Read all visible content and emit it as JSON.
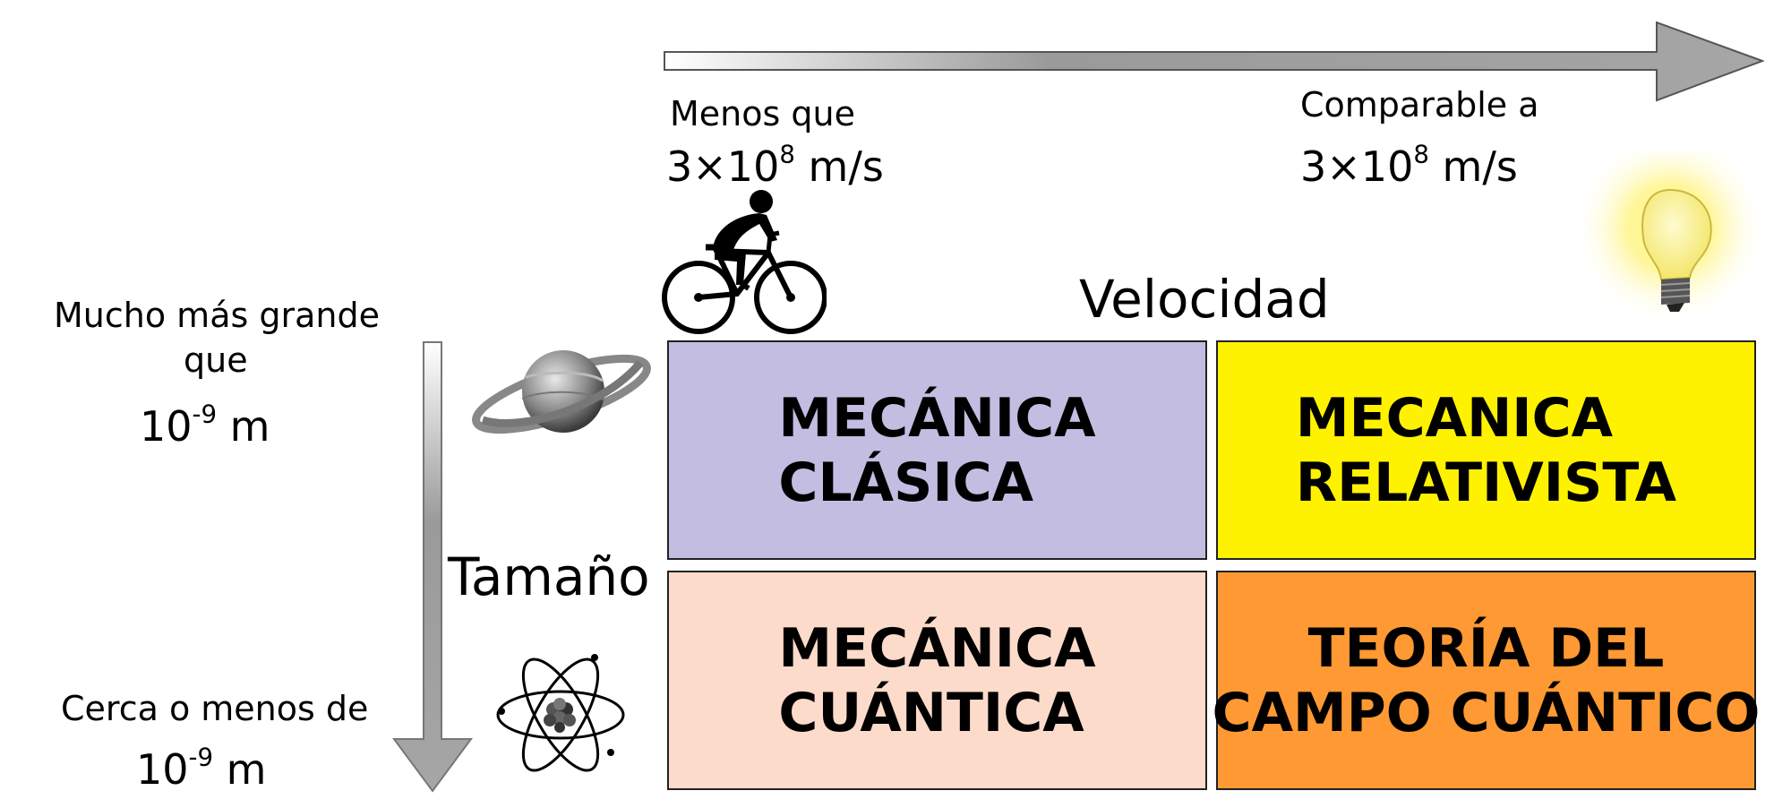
{
  "speed_axis": {
    "title": "Velocidad",
    "low": {
      "text": "Menos que",
      "value_base": "3×10",
      "value_exp": "8",
      "value_unit": " m/s"
    },
    "high": {
      "text": "Comparable a",
      "value_base": "3×10",
      "value_exp": "8",
      "value_unit": " m/s"
    }
  },
  "size_axis": {
    "title": "Tamaño",
    "large": {
      "text_line1": "Mucho más grande",
      "text_line2": "que",
      "value_base": "10",
      "value_exp": "-9",
      "value_unit": " m"
    },
    "small": {
      "text": "Cerca o menos de",
      "value_base": "10",
      "value_exp": "-9",
      "value_unit": " m"
    }
  },
  "boxes": {
    "classical": {
      "line1": "MECÁNICA",
      "line2": "CLÁSICA"
    },
    "relativistic": {
      "line1": "MECANICA",
      "line2": "RELATIVISTA"
    },
    "quantum": {
      "line1": "MECÁNICA",
      "line2": "CUÁNTICA"
    },
    "qft": {
      "line1": "TEORÍA DEL",
      "line2": "CAMPO CUÁNTICO"
    }
  },
  "colors": {
    "classical": "#c4bde2",
    "relativistic": "#fff200",
    "quantum": "#fddbcb",
    "qft": "#ff9933",
    "arrow": "#a0a0a0"
  },
  "icons": {
    "speed_low": "cyclist-icon",
    "speed_high": "light-bulb-icon",
    "size_large": "saturn-icon",
    "size_small": "atom-icon"
  }
}
